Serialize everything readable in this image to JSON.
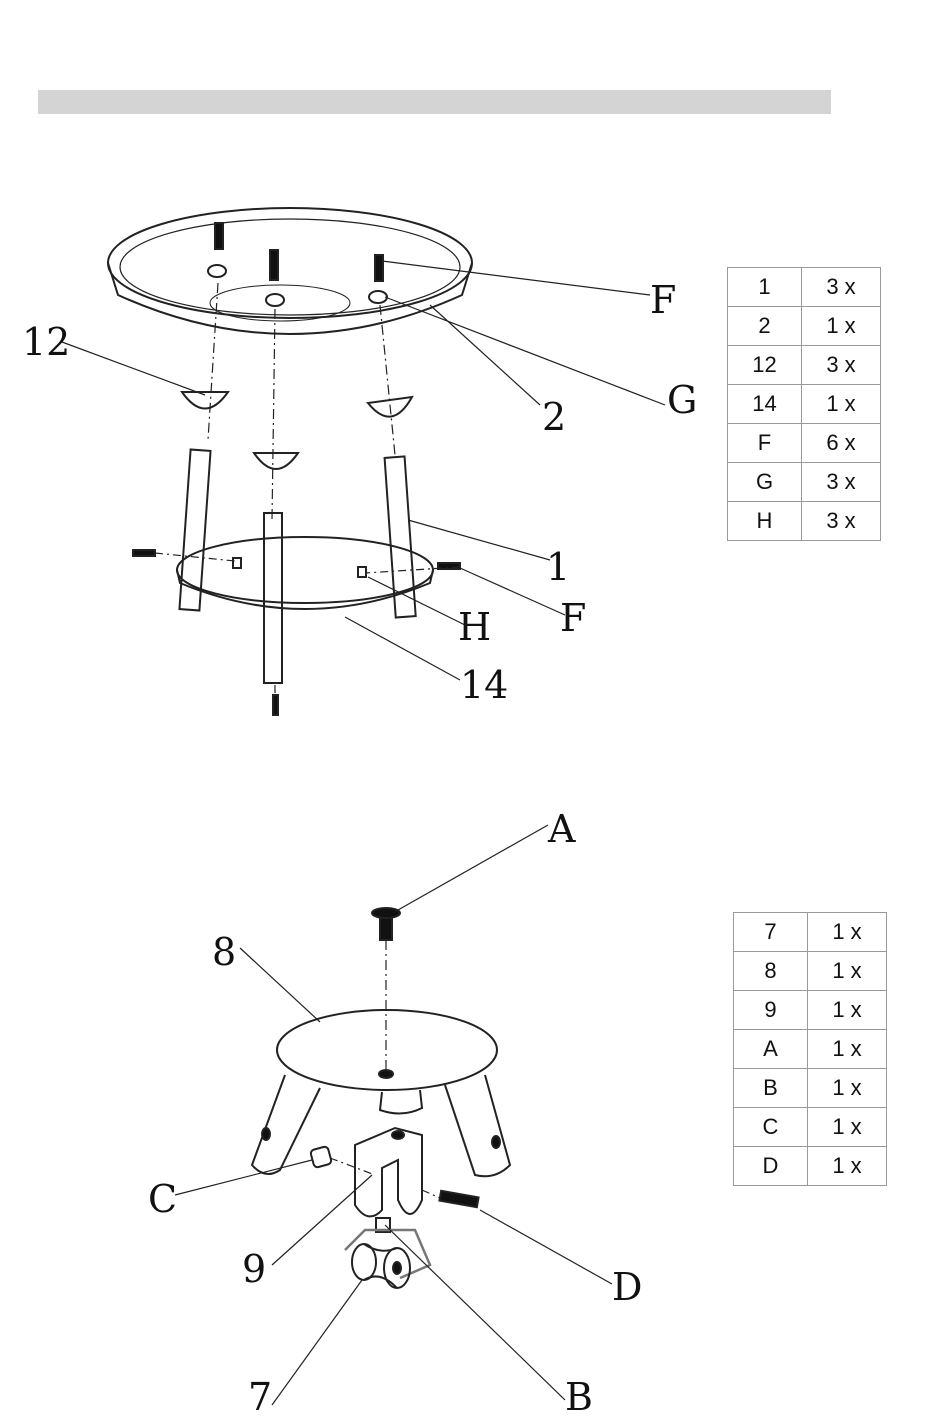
{
  "header_bar": {
    "color": "#d4d4d4"
  },
  "diagram1": {
    "callouts": {
      "c12": "12",
      "cF_top": "F",
      "cG": "G",
      "c2": "2",
      "c1": "1",
      "cF_bottom": "F",
      "cH": "H",
      "c14": "14"
    },
    "parts_table": [
      {
        "part": "1",
        "qty": "3 x"
      },
      {
        "part": "2",
        "qty": "1 x"
      },
      {
        "part": "12",
        "qty": "3 x"
      },
      {
        "part": "14",
        "qty": "1 x"
      },
      {
        "part": "F",
        "qty": "6 x"
      },
      {
        "part": "G",
        "qty": "3 x"
      },
      {
        "part": "H",
        "qty": "3 x"
      }
    ]
  },
  "diagram2": {
    "callouts": {
      "cA": "A",
      "c8": "8",
      "cC": "C",
      "c9": "9",
      "cD": "D",
      "c7": "7",
      "cB": "B"
    },
    "parts_table": [
      {
        "part": "7",
        "qty": "1 x"
      },
      {
        "part": "8",
        "qty": "1 x"
      },
      {
        "part": "9",
        "qty": "1 x"
      },
      {
        "part": "A",
        "qty": "1 x"
      },
      {
        "part": "B",
        "qty": "1 x"
      },
      {
        "part": "C",
        "qty": "1 x"
      },
      {
        "part": "D",
        "qty": "1 x"
      }
    ]
  }
}
